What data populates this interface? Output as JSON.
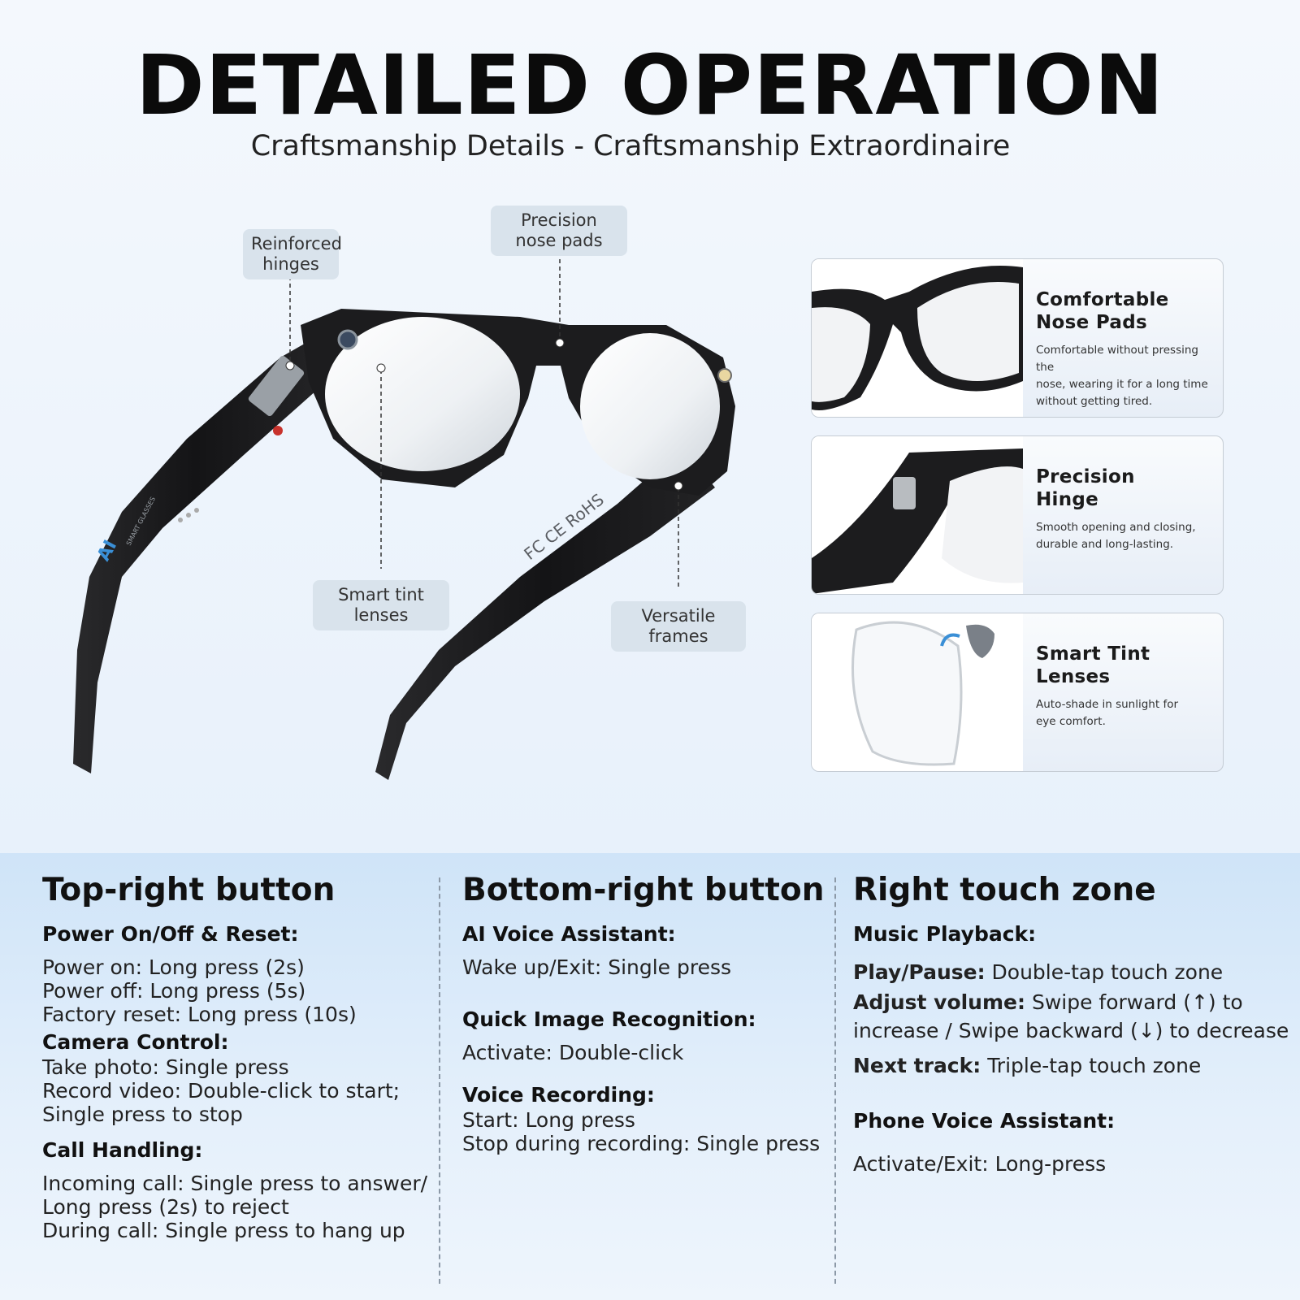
{
  "header": {
    "title": "DETAILED OPERATION",
    "subtitle": "Craftsmanship Details - Craftsmanship Extraordinaire"
  },
  "callouts": {
    "hinges": "Reinforced hinges",
    "nose_pads": "Precision nose pads",
    "lenses": "Smart tint lenses",
    "frames": "Versatile frames"
  },
  "product_marks": {
    "logo": "AI",
    "logo_sub": "SMART GLASSES",
    "temple_marks": "FC CE RoHS"
  },
  "feature_cards": [
    {
      "title_1": "Comfortable",
      "title_2": "Nose Pads",
      "desc_1": "Comfortable without pressing the",
      "desc_2": "nose, wearing it for a long time",
      "desc_3": "without getting tired."
    },
    {
      "title_1": "Precision",
      "title_2": "Hinge",
      "desc_1": "Smooth opening and closing,",
      "desc_2": "durable and long-lasting."
    },
    {
      "title_1": "Smart Tint",
      "title_2": "Lenses",
      "desc_1": "Auto-shade in sunlight for",
      "desc_2": "eye comfort."
    }
  ],
  "columns": [
    {
      "heading": "Top-right button",
      "sections": [
        {
          "title": "Power On/Off & Reset:",
          "lines": [
            "Power on: Long press (2s)",
            "Power off: Long press (5s)",
            "Factory reset: Long press (10s)"
          ]
        },
        {
          "title": "Camera Control:",
          "lines": [
            "Take photo: Single press",
            "Record video: Double-click to start;",
            "Single press to stop"
          ]
        },
        {
          "title": "Call Handling:",
          "lines": [
            "Incoming call: Single press to answer/",
            "Long press (2s) to reject",
            "During call: Single press to hang up"
          ]
        }
      ]
    },
    {
      "heading": "Bottom-right button",
      "sections": [
        {
          "title": "AI Voice Assistant:",
          "lines": [
            "Wake up/Exit: Single press"
          ]
        },
        {
          "title": "Quick Image Recognition:",
          "lines": [
            "Activate: Double-click"
          ]
        },
        {
          "title": "Voice Recording:",
          "lines": [
            "Start: Long press",
            "Stop during recording: Single press"
          ]
        }
      ]
    },
    {
      "heading": "Right touch zone",
      "sections": [
        {
          "title": "Music Playback:",
          "items": [
            {
              "label": "Play/Pause:",
              "text": " Double-tap touch zone"
            },
            {
              "label": "Adjust volume:",
              "text": " Swipe forward (↑) to",
              "cont": "increase / Swipe backward (↓) to decrease"
            },
            {
              "label": "Next track:",
              "text": " Triple-tap touch zone"
            }
          ]
        },
        {
          "title": "Phone Voice Assistant:",
          "lines": [
            "Activate/Exit: Long-press"
          ]
        }
      ]
    }
  ],
  "colors": {
    "background": "#eaf2fb",
    "panel": "#d6e8f9",
    "callout": "#d9e3ec",
    "accent_blue": "#3a8fd6",
    "button_red": "#c8322c",
    "frame": "#1c1c1e"
  }
}
